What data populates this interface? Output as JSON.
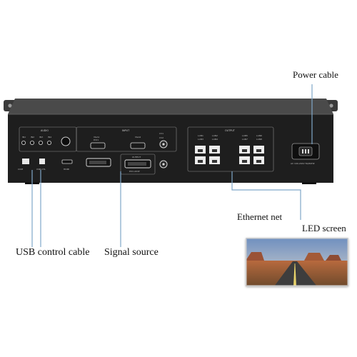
{
  "labels": {
    "power_cable": "Power cable",
    "ethernet_net": "Ethernet net",
    "led_screen": "LED screen",
    "usb_control_cable": "USB control cable",
    "signal_source": "Signal source"
  },
  "panel": {
    "audio_title": "AUDIO",
    "audio_ports": [
      "IN1",
      "IN2",
      "IN3",
      "IN4"
    ],
    "input_title": "INPUT",
    "input_vga1": "VGA1",
    "input_dvi1": "DVI1",
    "input_vga2": "VGA2",
    "input_cv1": "CV1",
    "input_cv2": "CV2",
    "output_sub_title": "OUTPUT",
    "output_dvi_loop": "DVI-LOOP",
    "com_label": "COM",
    "usb_label": "USB-CTL",
    "hdmi_label": "HDMI",
    "output_title": "OUTPUT",
    "lan_labels": [
      "LAN1",
      "LAN2",
      "LAN5",
      "LAN6",
      "LAN3",
      "LAN4",
      "LAN7",
      "LAN8"
    ],
    "power_spec": "AC 100-240V 50/60HZ"
  },
  "colors": {
    "chassis": "#2b2b2b",
    "panel": "#1b1b1b",
    "leader_line": "#7fa7c9",
    "port_white": "#e9e9e9"
  }
}
